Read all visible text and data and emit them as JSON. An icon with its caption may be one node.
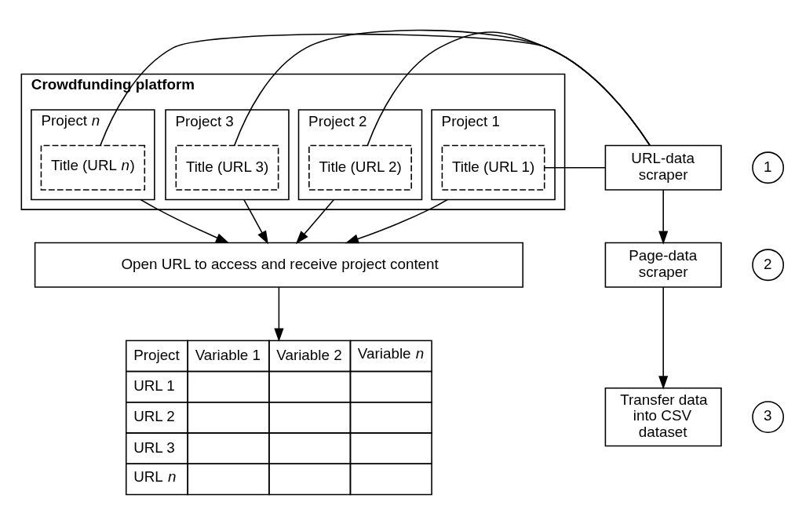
{
  "diagram": {
    "nodes": [
      {
        "text": [
          "Crowdfunding platform"
        ]
      },
      {
        "text": [
          "Project 1"
        ],
        "in": 0
      },
      {
        "text": [
          "Title (URL 1)"
        ],
        "in": 1
      },
      {
        "text": [
          "Project 2"
        ],
        "in": 0
      },
      {
        "text": [
          "Title (URL 2)"
        ],
        "in": 3
      },
      {
        "text": [
          "Project 3"
        ],
        "in": 0
      },
      {
        "text": [
          "Title (URL 3)"
        ],
        "in": 5
      },
      {
        "text": [
          "Project *n*"
        ],
        "in": 0
      },
      {
        "text": [
          "Title (URL *n*)"
        ],
        "in": 7
      },
      {
        "text": [
          "URL-data scraper"
        ]
      },
      {
        "text": [
          "1"
        ]
      },
      {
        "text": [
          "Open URL to access and receive project content"
        ]
      },
      {
        "text": [
          "Page-data scraper"
        ]
      },
      {
        "text": [
          "2"
        ]
      },
      {
        "text": [
          "Project",
          "Variable 1",
          "Variable 2",
          "Variable *n*",
          "URL 1",
          "URL 2",
          "URL 3",
          "URL *n*"
        ]
      },
      {
        "text": [
          "Transfer data into CSV dataset"
        ]
      },
      {
        "text": [
          "3"
        ]
      }
    ],
    "edges": [
      {
        "from": 9,
        "to": 2,
        "arrow": "none"
      },
      {
        "from": 9,
        "to": 4,
        "arrow": "none"
      },
      {
        "from": 9,
        "to": 6,
        "arrow": "none"
      },
      {
        "from": 9,
        "to": 8,
        "arrow": "none"
      },
      {
        "from": 1,
        "to": 11,
        "arrow": "to"
      },
      {
        "from": 3,
        "to": 11,
        "arrow": "to"
      },
      {
        "from": 5,
        "to": 11,
        "arrow": "to"
      },
      {
        "from": 7,
        "to": 11,
        "arrow": "to"
      },
      {
        "from": 11,
        "to": 14,
        "arrow": "to"
      },
      {
        "from": 9,
        "to": 12,
        "arrow": "to"
      },
      {
        "from": 12,
        "to": 15,
        "arrow": "to"
      }
    ]
  }
}
